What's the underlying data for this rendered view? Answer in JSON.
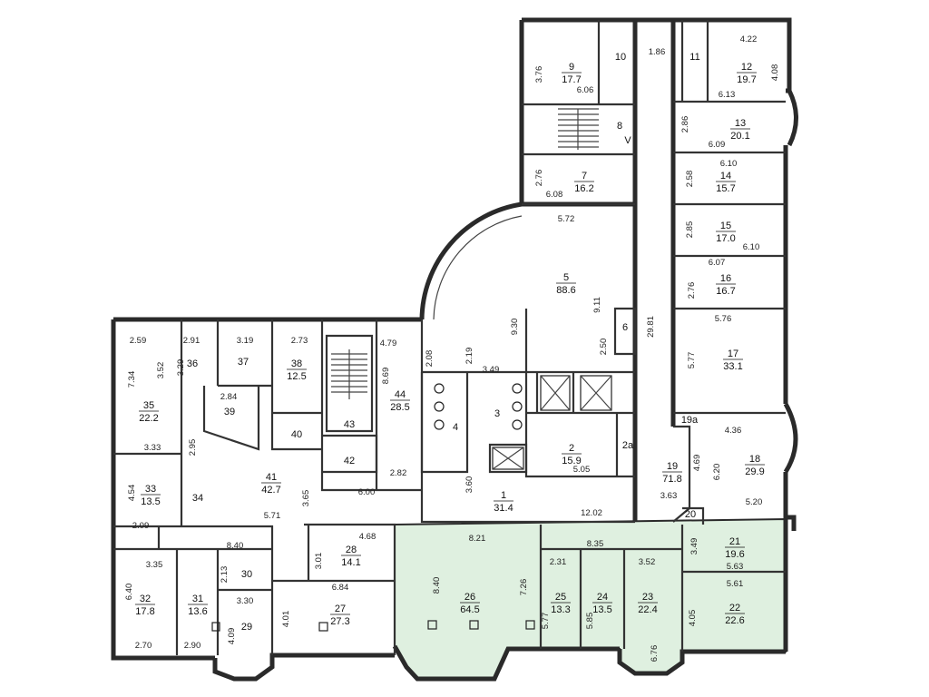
{
  "rooms": [
    {
      "id": "r1",
      "num": "1",
      "area": "31.4"
    },
    {
      "id": "r2",
      "num": "2",
      "area": "15.9"
    },
    {
      "id": "r2a",
      "num": "2a",
      "area": ""
    },
    {
      "id": "r3",
      "num": "3",
      "area": ""
    },
    {
      "id": "r4",
      "num": "4",
      "area": ""
    },
    {
      "id": "r5",
      "num": "5",
      "area": "88.6"
    },
    {
      "id": "r6",
      "num": "6",
      "area": ""
    },
    {
      "id": "r7",
      "num": "7",
      "area": "16.2"
    },
    {
      "id": "r8",
      "num": "8",
      "area": ""
    },
    {
      "id": "r9",
      "num": "9",
      "area": "17.7"
    },
    {
      "id": "r10",
      "num": "10",
      "area": ""
    },
    {
      "id": "r11",
      "num": "11",
      "area": ""
    },
    {
      "id": "r12",
      "num": "12",
      "area": "19.7"
    },
    {
      "id": "r13",
      "num": "13",
      "area": "20.1"
    },
    {
      "id": "r14",
      "num": "14",
      "area": "15.7"
    },
    {
      "id": "r15",
      "num": "15",
      "area": "17.0"
    },
    {
      "id": "r16",
      "num": "16",
      "area": "16.7"
    },
    {
      "id": "r17",
      "num": "17",
      "area": "33.1"
    },
    {
      "id": "r18",
      "num": "18",
      "area": "29.9"
    },
    {
      "id": "r19",
      "num": "19",
      "area": "71.8"
    },
    {
      "id": "r19a",
      "num": "19a",
      "area": ""
    },
    {
      "id": "r20",
      "num": "20",
      "area": ""
    },
    {
      "id": "r21",
      "num": "21",
      "area": "19.6"
    },
    {
      "id": "r22",
      "num": "22",
      "area": "22.6"
    },
    {
      "id": "r23",
      "num": "23",
      "area": "22.4"
    },
    {
      "id": "r24",
      "num": "24",
      "area": "13.5"
    },
    {
      "id": "r25",
      "num": "25",
      "area": "13.3"
    },
    {
      "id": "r26",
      "num": "26",
      "area": "64.5"
    },
    {
      "id": "r27",
      "num": "27",
      "area": "27.3"
    },
    {
      "id": "r28",
      "num": "28",
      "area": "14.1"
    },
    {
      "id": "r29",
      "num": "29",
      "area": ""
    },
    {
      "id": "r30",
      "num": "30",
      "area": ""
    },
    {
      "id": "r31",
      "num": "31",
      "area": "13.6"
    },
    {
      "id": "r32",
      "num": "32",
      "area": "17.8"
    },
    {
      "id": "r33",
      "num": "33",
      "area": "13.5"
    },
    {
      "id": "r34",
      "num": "34",
      "area": ""
    },
    {
      "id": "r35",
      "num": "35",
      "area": "22.2"
    },
    {
      "id": "r36",
      "num": "36",
      "area": ""
    },
    {
      "id": "r37",
      "num": "37",
      "area": ""
    },
    {
      "id": "r38",
      "num": "38",
      "area": "12.5"
    },
    {
      "id": "r39",
      "num": "39",
      "area": ""
    },
    {
      "id": "r40",
      "num": "40",
      "area": ""
    },
    {
      "id": "r41",
      "num": "41",
      "area": "42.7"
    },
    {
      "id": "r42",
      "num": "42",
      "area": ""
    },
    {
      "id": "r43",
      "num": "43",
      "area": ""
    },
    {
      "id": "r44",
      "num": "44",
      "area": "28.5"
    }
  ],
  "dimensions": [
    {
      "id": "d1",
      "text": "3.76"
    },
    {
      "id": "d2",
      "text": "6.06"
    },
    {
      "id": "d3",
      "text": "1.86"
    },
    {
      "id": "d4",
      "text": "4.22"
    },
    {
      "id": "d5",
      "text": "4.08"
    },
    {
      "id": "d6",
      "text": "6.13"
    },
    {
      "id": "d7",
      "text": "2.86"
    },
    {
      "id": "d8",
      "text": "6.09"
    },
    {
      "id": "d9",
      "text": "6.10"
    },
    {
      "id": "d10",
      "text": "2.58"
    },
    {
      "id": "d11",
      "text": "2.76"
    },
    {
      "id": "d12",
      "text": "6.08"
    },
    {
      "id": "d13",
      "text": "5.72"
    },
    {
      "id": "d14",
      "text": "2.85"
    },
    {
      "id": "d15",
      "text": "6.10"
    },
    {
      "id": "d16",
      "text": "6.07"
    },
    {
      "id": "d17",
      "text": "2.76"
    },
    {
      "id": "d18",
      "text": "9.11"
    },
    {
      "id": "d19",
      "text": "29.81"
    },
    {
      "id": "d20",
      "text": "5.76"
    },
    {
      "id": "d21",
      "text": "9.30"
    },
    {
      "id": "d22",
      "text": "2.50"
    },
    {
      "id": "d23",
      "text": "5.77"
    },
    {
      "id": "d24",
      "text": "4.79"
    },
    {
      "id": "d25",
      "text": "2.08"
    },
    {
      "id": "d26",
      "text": "2.19"
    },
    {
      "id": "d27",
      "text": "3.49"
    },
    {
      "id": "d28",
      "text": "8.69"
    },
    {
      "id": "d29",
      "text": "2.59"
    },
    {
      "id": "d30",
      "text": "2.91"
    },
    {
      "id": "d31",
      "text": "3.19"
    },
    {
      "id": "d32",
      "text": "2.73"
    },
    {
      "id": "d33",
      "text": "3.52"
    },
    {
      "id": "d34",
      "text": "3.29"
    },
    {
      "id": "d35",
      "text": "7.34"
    },
    {
      "id": "d36",
      "text": "2.84"
    },
    {
      "id": "d37",
      "text": "4.36"
    },
    {
      "id": "d38",
      "text": "4.69"
    },
    {
      "id": "d39",
      "text": "6.20"
    },
    {
      "id": "d40",
      "text": "5.20"
    },
    {
      "id": "d41",
      "text": "3.33"
    },
    {
      "id": "d42",
      "text": "2.95"
    },
    {
      "id": "d43",
      "text": "2.82"
    },
    {
      "id": "d44",
      "text": "5.05"
    },
    {
      "id": "d45",
      "text": "3.60"
    },
    {
      "id": "d46",
      "text": "4.54"
    },
    {
      "id": "d47",
      "text": "3.65"
    },
    {
      "id": "d48",
      "text": "6.00"
    },
    {
      "id": "d49",
      "text": "3.63"
    },
    {
      "id": "d50",
      "text": "12.02"
    },
    {
      "id": "d51",
      "text": "2.09"
    },
    {
      "id": "d52",
      "text": "5.71"
    },
    {
      "id": "d53",
      "text": "8.40"
    },
    {
      "id": "d54",
      "text": "4.68"
    },
    {
      "id": "d55",
      "text": "8.21"
    },
    {
      "id": "d56",
      "text": "8.35"
    },
    {
      "id": "d57",
      "text": "3.49"
    },
    {
      "id": "d58",
      "text": "3.35"
    },
    {
      "id": "d59",
      "text": "3.01"
    },
    {
      "id": "d60",
      "text": "2.31"
    },
    {
      "id": "d61",
      "text": "3.52"
    },
    {
      "id": "d62",
      "text": "5.63"
    },
    {
      "id": "d63",
      "text": "2.13"
    },
    {
      "id": "d64",
      "text": "6.84"
    },
    {
      "id": "d65",
      "text": "8.40"
    },
    {
      "id": "d66",
      "text": "7.26"
    },
    {
      "id": "d67",
      "text": "5.61"
    },
    {
      "id": "d68",
      "text": "6.40"
    },
    {
      "id": "d69",
      "text": "3.30"
    },
    {
      "id": "d70",
      "text": "4.01"
    },
    {
      "id": "d71",
      "text": "5.77"
    },
    {
      "id": "d72",
      "text": "5.85"
    },
    {
      "id": "d73",
      "text": "4.05"
    },
    {
      "id": "d74",
      "text": "4.09"
    },
    {
      "id": "d75",
      "text": "2.70"
    },
    {
      "id": "d76",
      "text": "2.90"
    },
    {
      "id": "d77",
      "text": "6.76"
    }
  ],
  "marks": [
    {
      "id": "m8",
      "text": "V"
    }
  ],
  "colors": {
    "highlight": "#dff0e0",
    "wall": "#2a2a2a"
  }
}
